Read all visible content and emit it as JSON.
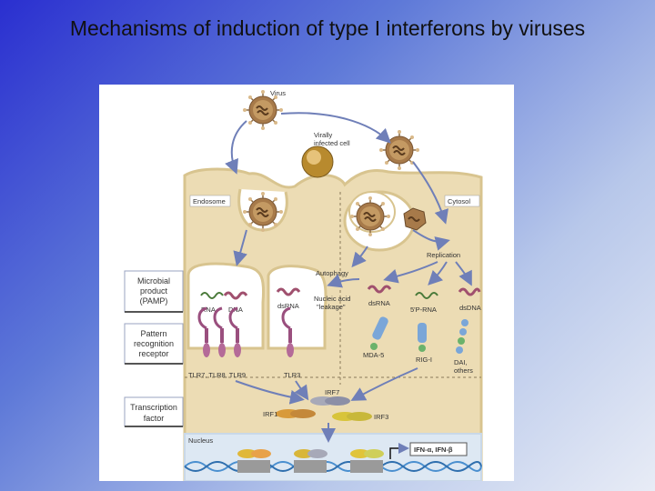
{
  "slide": {
    "title": "Mechanisms of induction of type I interferons by viruses"
  },
  "figure": {
    "side_labels": [
      {
        "lines": [
          "Microbial",
          "product",
          "(PAMP)"
        ]
      },
      {
        "lines": [
          "Pattern",
          "recognition",
          "receptor"
        ]
      },
      {
        "lines": [
          "Transcription",
          "factor"
        ]
      }
    ],
    "labels": {
      "virus": "Virus",
      "infected_cell": [
        "Virally",
        "infected cell"
      ],
      "endosome": "Endosome",
      "cytosol": "Cytosol",
      "replication": "Replication",
      "autophagy": "Autophagy",
      "nucleic_acid": [
        "Nucleic acid",
        "\"leakage\""
      ],
      "rna": "RNA",
      "dna": "DNA",
      "dsrna_endo": "dsRNA",
      "dsrna_cyto": "dsRNA",
      "ppp_rna": "5'P-RNA",
      "dsdna": "dsDNA",
      "mda5": "MDA-5",
      "rigi": "RIG-I",
      "dai": [
        "DAI,",
        "others"
      ],
      "tlr_group": "TLR7, TLR8, TLR9",
      "tlr3": "TLR3",
      "irf7": "IRF7",
      "irf1": "IRF1",
      "irf3": "IRF3",
      "nucleus": "Nucleus",
      "ifn": "IFN-α, IFN-β"
    },
    "colors": {
      "cell": "#ecdcb4",
      "membrane": "#d8c48f",
      "vesicle": "#ffffff",
      "virus_body": "#a77a4a",
      "receptor": "#9a4f7e",
      "irf": "#e0b83a",
      "dna_strand": "#4a8fcf",
      "arrow": "#6f7fb8"
    }
  }
}
